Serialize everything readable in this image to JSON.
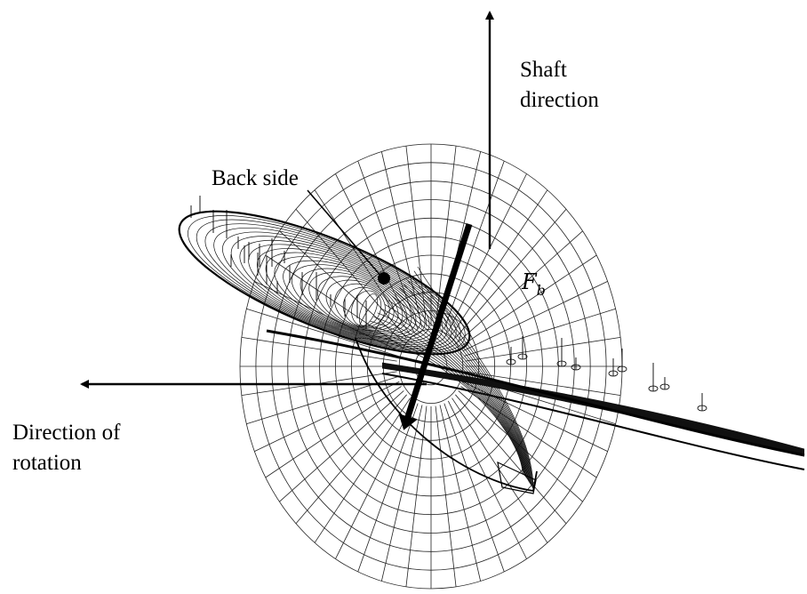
{
  "labels": {
    "shaft_line1": "Shaft",
    "shaft_line2": "direction",
    "back_side": "Back side",
    "force_main": "F",
    "force_sub": "b",
    "rotation_line1": "Direction of",
    "rotation_line2": "rotation"
  },
  "colors": {
    "ink": "#000000",
    "background": "#ffffff"
  },
  "figure": {
    "radial_grid_rings": 12,
    "radial_grid_spokes": 48
  }
}
